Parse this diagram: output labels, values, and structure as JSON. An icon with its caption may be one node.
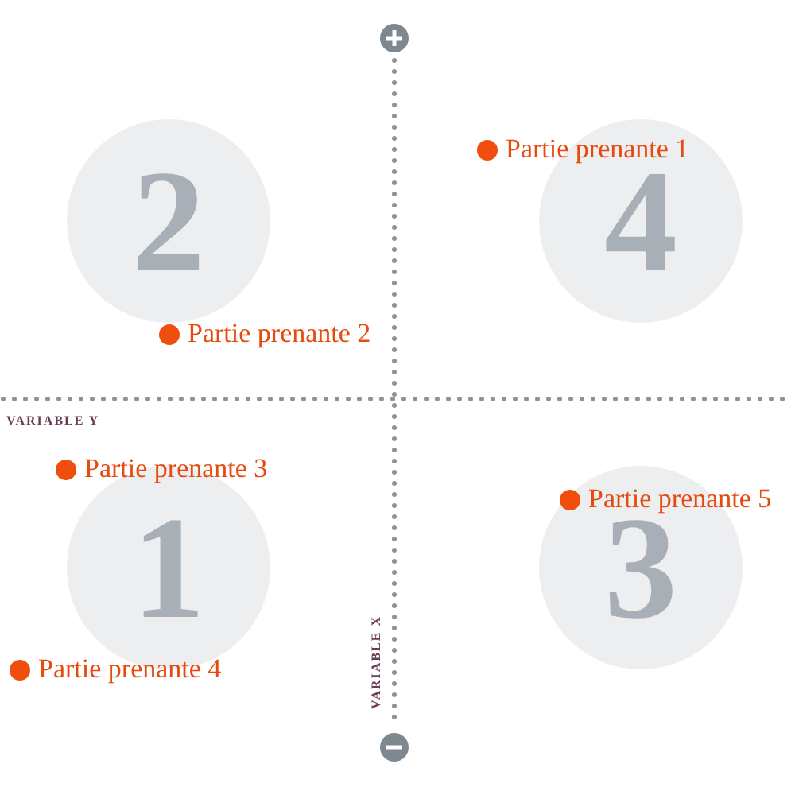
{
  "diagram": {
    "nodes": [
      {
        "text": [
          "2"
        ]
      },
      {
        "text": [
          "4"
        ]
      },
      {
        "text": [
          "1"
        ]
      },
      {
        "text": [
          "3"
        ]
      }
    ],
    "labels": [
      "Partie prenante 1",
      "Partie prenante 2",
      "VARIABLE Y",
      "Partie prenante 3",
      "Partie prenante 5",
      "VARIABLE X",
      "Partie prenante 4"
    ]
  }
}
